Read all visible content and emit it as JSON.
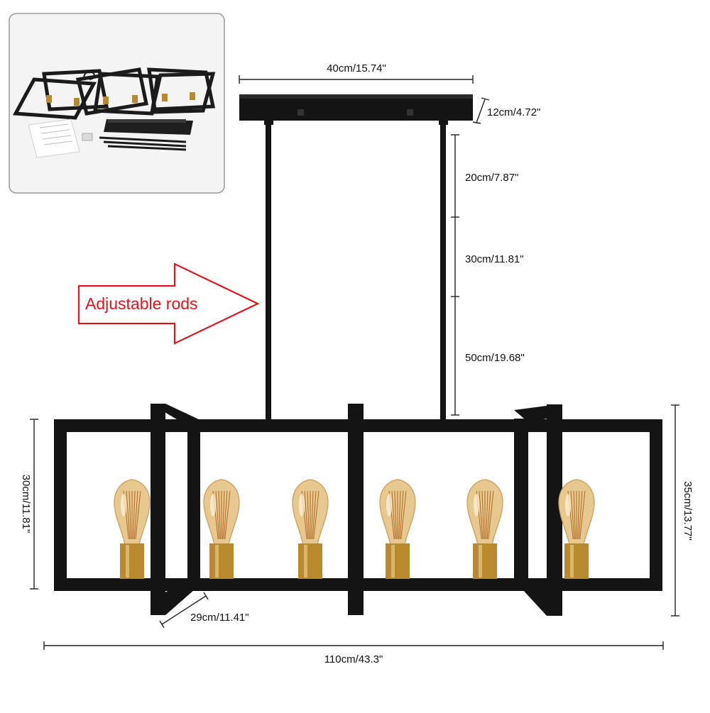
{
  "colors": {
    "frame": "#141414",
    "brass": "#b8892e",
    "glass": "#e7c88f",
    "filament": "#b06a25",
    "callout": "#d71920",
    "dimension_line": "#222222"
  },
  "callout": {
    "text": "Adjustable rods",
    "icon": "arrow-right-icon"
  },
  "dimensions": {
    "canopy_width": "40cm/15.74\"",
    "canopy_depth": "12cm/4.72\"",
    "rod_segment_1": "20cm/7.87\"",
    "rod_segment_2": "30cm/11.81\"",
    "rod_segment_3": "50cm/19.68\"",
    "frame_height": "30cm/11.81\"",
    "overall_height": "35cm/13.77\"",
    "frame_depth": "29cm/11.41\"",
    "overall_length": "110cm/43.3\""
  },
  "bulb_count": 6
}
